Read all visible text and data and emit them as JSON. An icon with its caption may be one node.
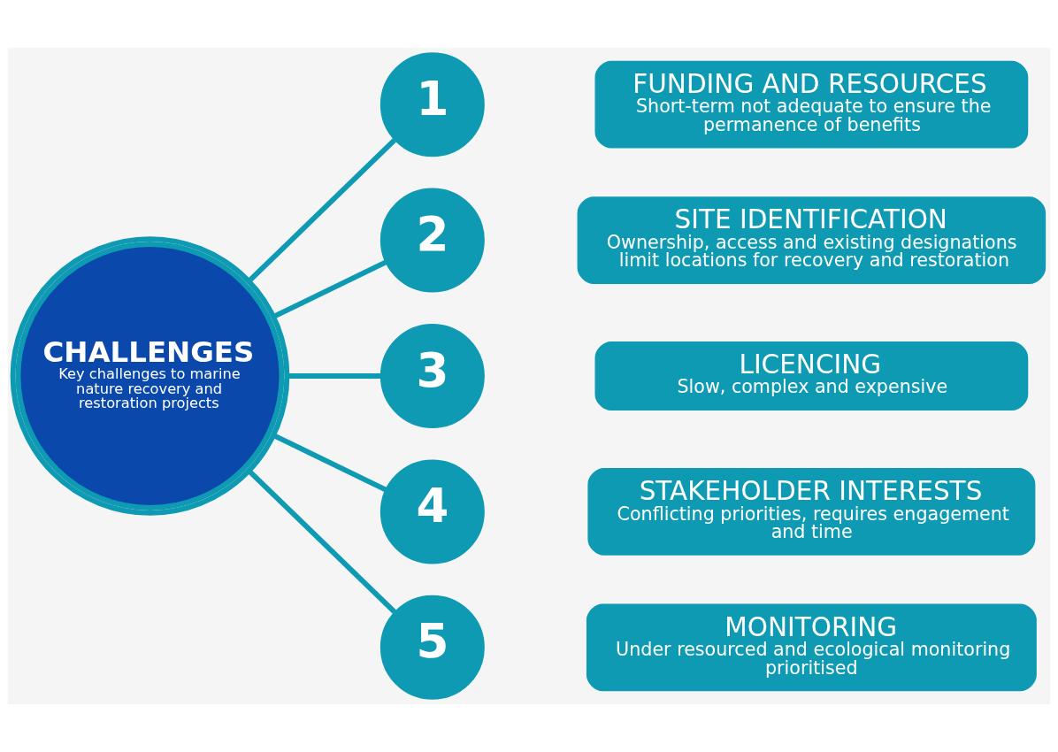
{
  "diagram": {
    "nodes": [
      {
        "text": [
          "CHALLENGES",
          "Key challenges to marine nature recovery and restoration projects"
        ]
      },
      {
        "text": [
          "1"
        ]
      },
      {
        "text": [
          "FUNDING AND RESOURCES",
          "Short-term not adequate to ensure the permanence of benefits"
        ]
      },
      {
        "text": [
          "2"
        ]
      },
      {
        "text": [
          "SITE IDENTIFICATION",
          "Ownership, access and existing designations limit locations for recovery and restoration"
        ]
      },
      {
        "text": [
          "3"
        ]
      },
      {
        "text": [
          "LICENCING",
          "Slow, complex and expensive"
        ]
      },
      {
        "text": [
          "4"
        ]
      },
      {
        "text": [
          "STAKEHOLDER INTERESTS",
          "Conflicting priorities, requires engagement and time"
        ]
      },
      {
        "text": [
          "5"
        ]
      },
      {
        "text": [
          "MONITORING",
          "Under resourced and ecological monitoring prioritised"
        ]
      }
    ],
    "edges": [
      {
        "from": 0,
        "to": 1,
        "arrow": "none"
      },
      {
        "from": 0,
        "to": 3,
        "arrow": "none"
      },
      {
        "from": 0,
        "to": 5,
        "arrow": "none"
      },
      {
        "from": 0,
        "to": 7,
        "arrow": "none"
      },
      {
        "from": 0,
        "to": 9,
        "arrow": "none"
      }
    ]
  }
}
